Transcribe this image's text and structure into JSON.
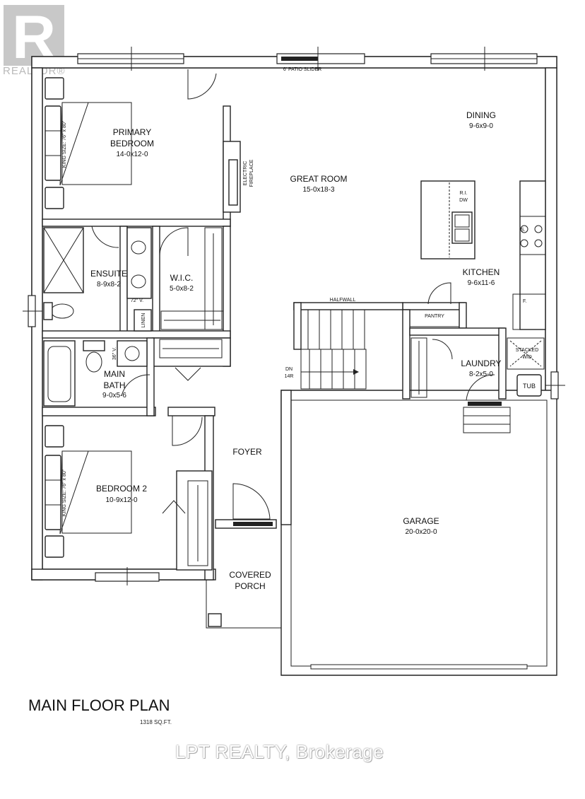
{
  "branding": {
    "logo_text": "REALTOR®",
    "watermark": "LPT REALTY, Brokerage"
  },
  "plan": {
    "title": "MAIN FLOOR PLAN",
    "area": "1318 SQ.FT."
  },
  "rooms": {
    "primary_bedroom": {
      "name_line1": "PRIMARY",
      "name_line2": "BEDROOM",
      "dims": "14-0x12-0"
    },
    "great_room": {
      "name": "GREAT ROOM",
      "dims": "15-0x18-3"
    },
    "dining": {
      "name": "DINING",
      "dims": "9-6x9-0"
    },
    "kitchen": {
      "name": "KITCHEN",
      "dims": "9-6x11-6"
    },
    "ensuite": {
      "name": "ENSUITE",
      "dims": "8-9x8-2"
    },
    "wic": {
      "name": "W.I.C.",
      "dims": "5-0x8-2"
    },
    "main_bath": {
      "name_line1": "MAIN",
      "name_line2": "BATH",
      "dims": "9-0x5-6"
    },
    "laundry": {
      "name": "LAUNDRY",
      "dims": "8-2x5-0"
    },
    "bedroom2": {
      "name": "BEDROOM 2",
      "dims": "10-9x12-0"
    },
    "foyer": {
      "name": "FOYER"
    },
    "garage": {
      "name": "GARAGE",
      "dims": "20-0x20-0"
    },
    "covered_porch": {
      "name_line1": "COVERED",
      "name_line2": "PORCH"
    }
  },
  "annotations": {
    "patio_slider": "6' PATIO SLIDER",
    "fireplace_line1": "ELECTRIC",
    "fireplace_line2": "FIREPLACE",
    "halfwall": "HALFWALL",
    "pantry": "PANTRY",
    "stair_dn": "DN",
    "stair_risers": "14R",
    "ri_dw_line1": "R.I.",
    "ri_dw_line2": "DW",
    "stacked_line1": "STACKED",
    "stacked_line2": "W/D",
    "tub": "TUB",
    "linen": "LINEN",
    "vanity_72": "72\" V.",
    "vanity_36": "36\" V.",
    "king_bed": "KING SIZE: 76\" x 80\"",
    "fridge": "F.",
    "stove": "S."
  }
}
